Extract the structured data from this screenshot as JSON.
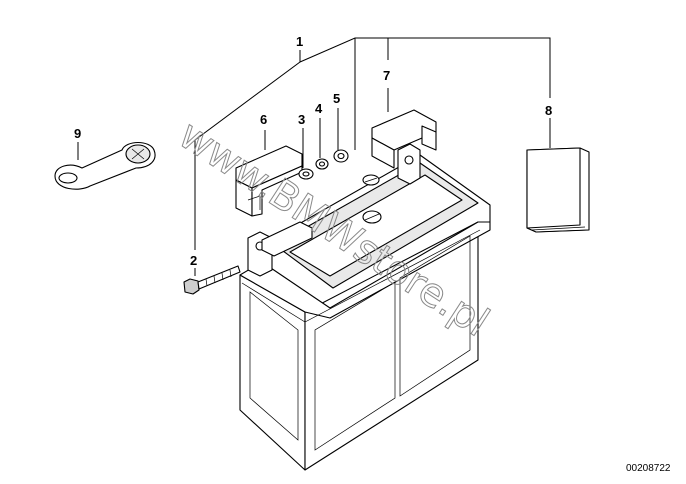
{
  "diagram": {
    "labels": {
      "p1": "1",
      "p2": "2",
      "p3": "3",
      "p4": "4",
      "p5": "5",
      "p6": "6",
      "p7": "7",
      "p8": "8",
      "p9": "9"
    },
    "watermark": "www.BMWstore.pl",
    "diagram_code": "00208722"
  }
}
